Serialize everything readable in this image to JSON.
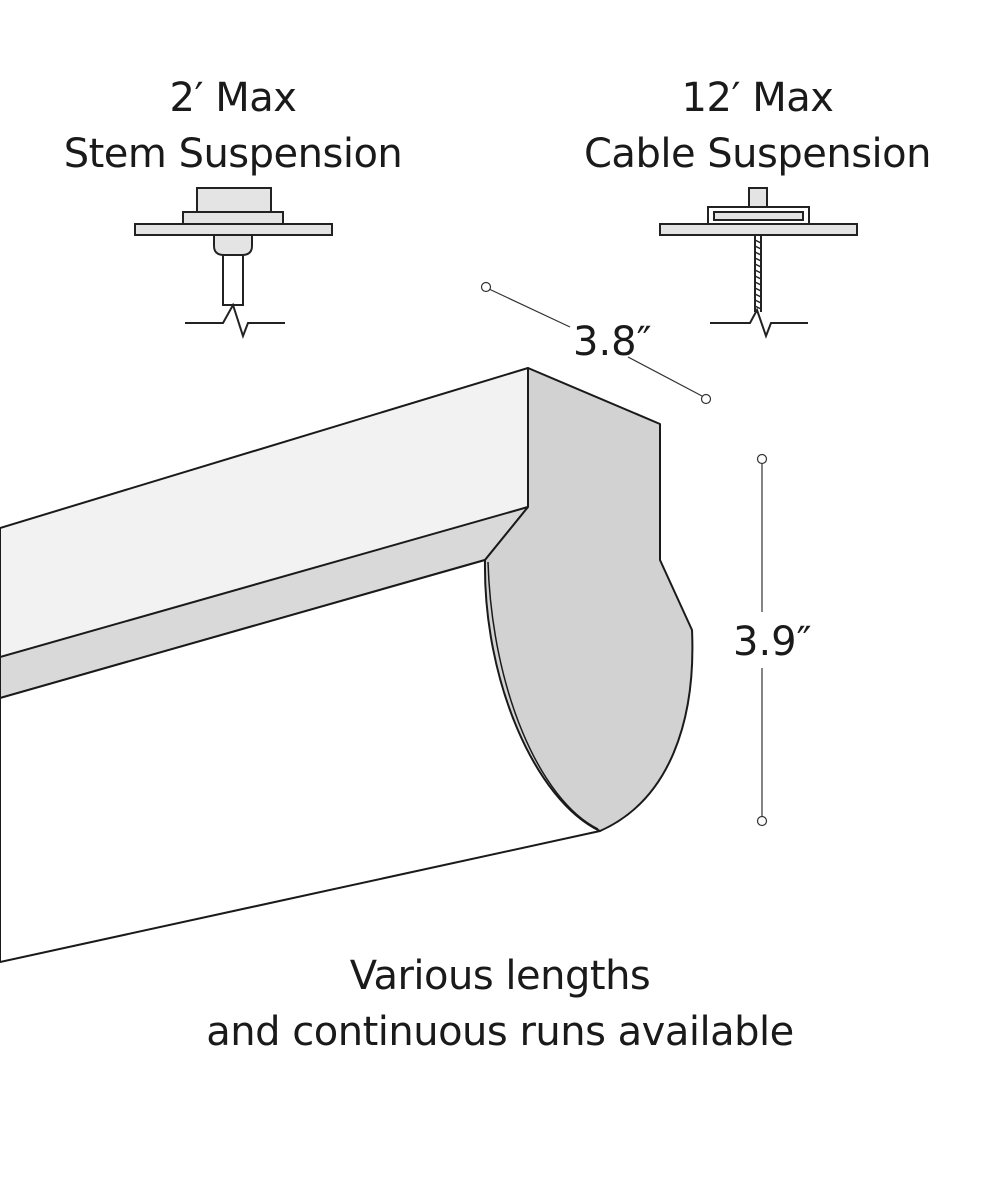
{
  "stem": {
    "line1": "2′ Max",
    "line2": "Stem Suspension"
  },
  "cable": {
    "line1": "12′ Max",
    "line2": "Cable Suspension"
  },
  "dimensions": {
    "width": "3.8″",
    "height": "3.9″"
  },
  "caption": {
    "line1": "Various lengths",
    "line2": "and continuous runs available"
  }
}
